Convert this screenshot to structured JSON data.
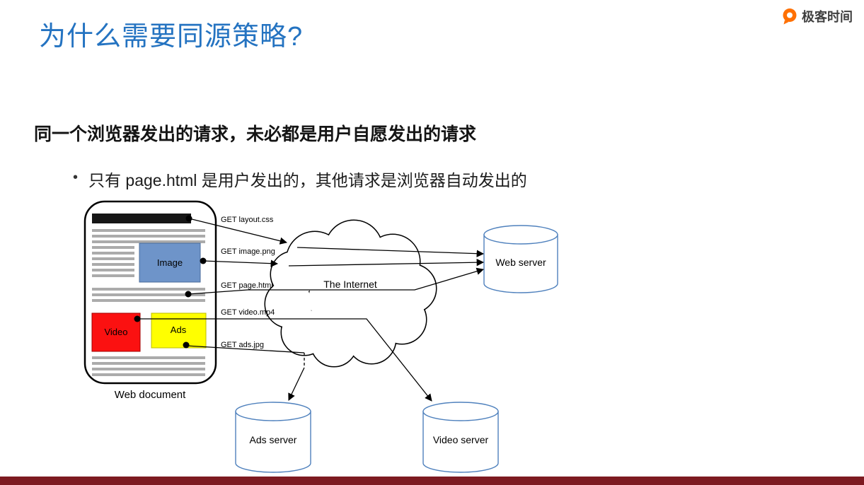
{
  "header": {
    "title": "为什么需要同源策略?",
    "logo_text": "极客时间"
  },
  "content": {
    "heading": "同一个浏览器发出的请求，未必都是用户自愿发出的请求",
    "bullet_marker": "•",
    "bullet_text": "只有 page.html 是用户发出的，其他请求是浏览器自动发出的"
  },
  "diagram": {
    "browser": {
      "label": "Web document",
      "image_box": "Image",
      "video_box": "Video",
      "ads_box": "Ads"
    },
    "cloud_label": "The Internet",
    "servers": {
      "web": "Web server",
      "ads": "Ads server",
      "video": "Video server"
    },
    "requests": [
      {
        "label": "GET layout.css"
      },
      {
        "label": "GET image.png"
      },
      {
        "label": "GET page.html"
      },
      {
        "label": "GET video.mp4"
      },
      {
        "label": "GET ads.jpg"
      }
    ]
  },
  "colors": {
    "title_blue": "#2473c1",
    "brand_orange": "#ff7002",
    "footer_maroon": "#7d1a21",
    "image_box": "#6e94c9",
    "video_box": "#fb1111",
    "ads_box": "#ffff00",
    "server_stroke": "#4f81bd"
  }
}
